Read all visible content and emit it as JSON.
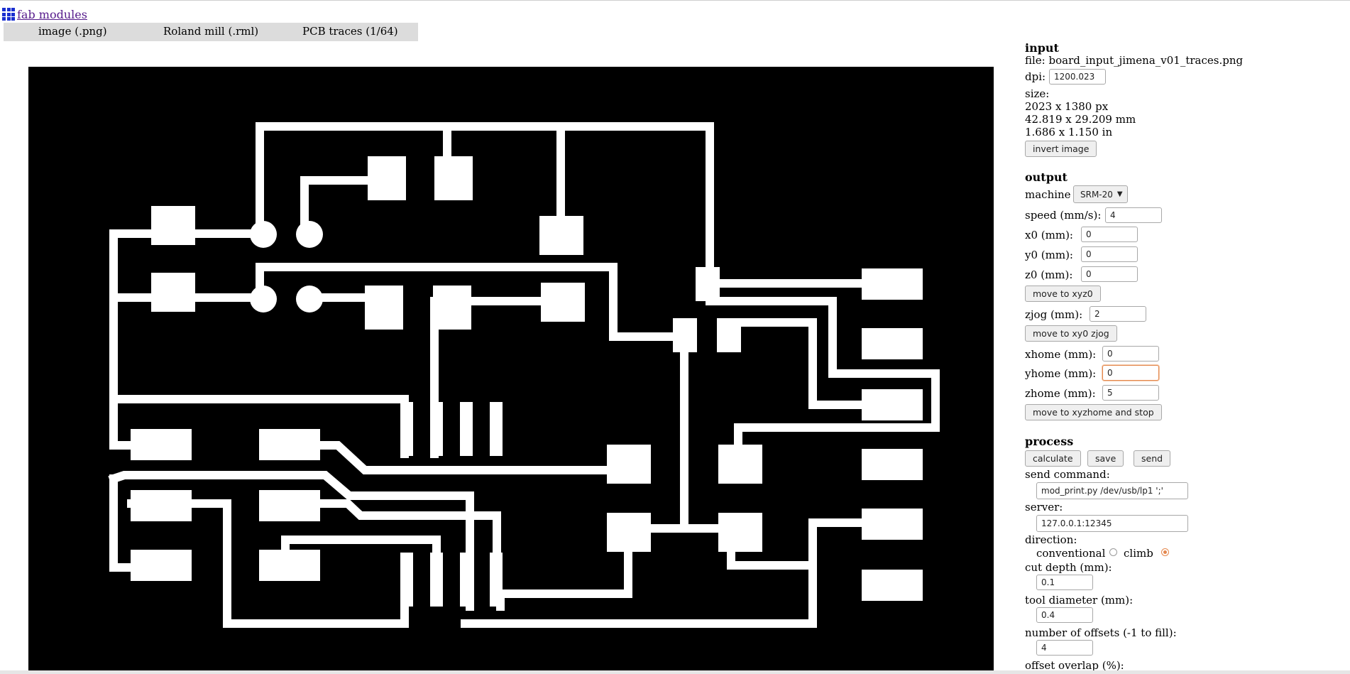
{
  "brand": {
    "label": "fab modules"
  },
  "tabs": [
    {
      "label": "image (.png)"
    },
    {
      "label": "Roland mill (.rml)"
    },
    {
      "label": "PCB traces (1/64)"
    }
  ],
  "input": {
    "heading": "input",
    "file_label": "file:",
    "file_name": "board_input_jimena_v01_traces.png",
    "dpi_label": "dpi:",
    "dpi_value": "1200.023",
    "size_label": "size:",
    "size_px": "2023 x 1380 px",
    "size_mm": "42.819 x 29.209 mm",
    "size_in": "1.686 x 1.150 in",
    "invert_button": "invert image"
  },
  "output": {
    "heading": "output",
    "machine_label": "machine",
    "machine_value": "SRM-20",
    "speed_label": "speed (mm/s):",
    "speed_value": "4",
    "x0_label": "x0 (mm):",
    "x0_value": "0",
    "y0_label": "y0 (mm):",
    "y0_value": "0",
    "z0_label": "z0 (mm):",
    "z0_value": "0",
    "move_xyz0_button": "move to xyz0",
    "zjog_label": "zjog (mm):",
    "zjog_value": "2",
    "move_xy0_zjog_button": "move to xy0 zjog",
    "xhome_label": "xhome (mm):",
    "xhome_value": "0",
    "yhome_label": "yhome (mm):",
    "yhome_value": "0",
    "zhome_label": "zhome (mm):",
    "zhome_value": "5",
    "move_home_button": "move to xyzhome and stop"
  },
  "process": {
    "heading": "process",
    "calculate_button": "calculate",
    "save_button": "save",
    "send_button": "send",
    "send_command_label": "send command:",
    "send_command_value": "mod_print.py /dev/usb/lp1 ';'",
    "server_label": "server:",
    "server_value": "127.0.0.1:12345",
    "direction_label": "direction:",
    "conventional_label": "conventional",
    "climb_label": "climb",
    "direction_selected": "climb",
    "cut_depth_label": "cut depth (mm):",
    "cut_depth_value": "0.1",
    "tool_diameter_label": "tool diameter (mm):",
    "tool_diameter_value": "0.4",
    "offsets_label": "number of offsets (-1 to fill):",
    "offsets_value": "4",
    "overlap_label": "offset overlap (%):"
  },
  "colors": {
    "board_background": "#000000",
    "trace_color": "#ffffff",
    "link_color": "#551a8b",
    "brand_icon": "#1a2fd0",
    "focus_border": "#e4884f",
    "tab_bar": "#dcdcdc"
  }
}
